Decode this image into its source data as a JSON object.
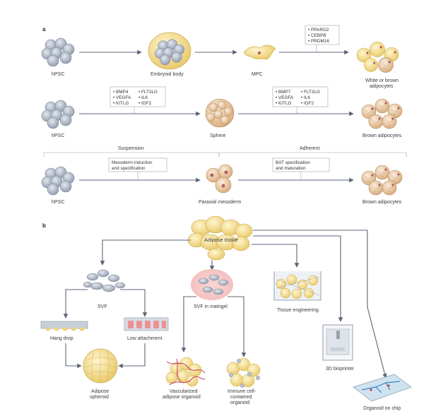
{
  "panel_a": {
    "label": "a",
    "row1": {
      "hpsc": "hPSC",
      "embryoid": "Embryoid body",
      "mpc": "MPC",
      "white_brown": [
        "White or brown",
        "adipocytes"
      ],
      "factors": [
        "• PPARG2",
        "• CEBPB",
        "• PRDM16"
      ]
    },
    "row2": {
      "hpsc": "hPSC",
      "sphere": "Sphere",
      "brown": "Brown adipocytes",
      "factors_left_a": [
        "• BMP4",
        "• VEGFA",
        "• KITLG"
      ],
      "factors_left_b": [
        "• FLT3LG",
        "• IL6",
        "• IGF2"
      ],
      "factors_right_a": [
        "• BMP7",
        "• VEGFA",
        "• KITLG"
      ],
      "factors_right_b": [
        "• FLT3LG",
        "• IL6",
        "• IGF2"
      ]
    },
    "row3": {
      "suspension": "Suspension",
      "adherent": "Adherent",
      "hpsc": "hPSC",
      "paraxial": "Paraxial mesoderm",
      "brown": "Brown adipocytes",
      "box_left": [
        "Mesoderm induction",
        "and specification"
      ],
      "box_right": [
        "BAT specification",
        "and maturation"
      ]
    }
  },
  "panel_b": {
    "label": "b",
    "adipose_tissue": "Adipose tissue",
    "svf": "SVF",
    "svf_matrigel": "SVF in matrigel",
    "tissue_eng": "Tissue engineering",
    "hang_drop": "Hang drop",
    "low_attach": "Low attachment",
    "bioprinter": "3D bioprinter",
    "spheroid": [
      "Adipose",
      "spheroid"
    ],
    "vascularized": [
      "Vascularized",
      "adipose organoid"
    ],
    "immune": [
      "Immune cell-",
      "contained",
      "organoid"
    ],
    "chip": "Organoid on chip"
  },
  "colors": {
    "stem": "#a7b1c1",
    "yellow": "#f3dc8e",
    "tan": "#e9c9a6",
    "nucleus": "#b06060",
    "line": "#5b6577"
  }
}
